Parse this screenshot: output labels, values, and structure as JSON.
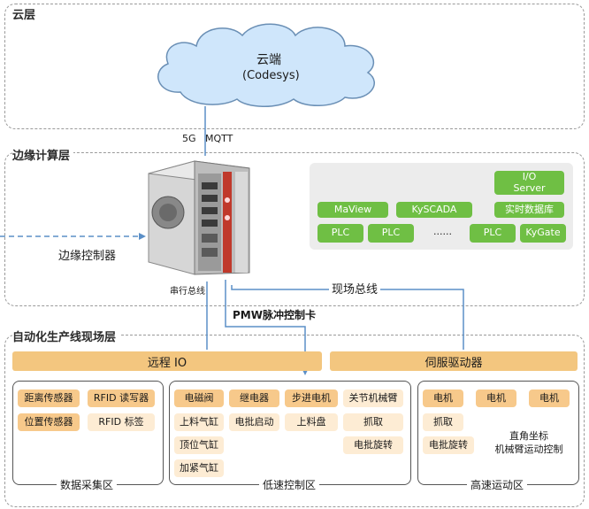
{
  "layers": {
    "cloud": "云层",
    "edge": "边缘计算层",
    "field": "自动化生产线现场层"
  },
  "cloud_node": {
    "line1": "云端",
    "line2": "(Codesys)"
  },
  "link_label": "5G   MQTT",
  "controller_label": "边缘控制器",
  "serial_bus": "串行总线",
  "field_bus": "现场总线",
  "pwm_card": "PMW脉冲控制卡",
  "software": {
    "io_server": "I/O\nServer",
    "row1": [
      "MaView",
      "KySCADA",
      "实时数据库"
    ],
    "row2": [
      "PLC",
      "PLC",
      "......",
      "PLC",
      "KyGate"
    ]
  },
  "bars": {
    "remote_io": "远程 IO",
    "servo": "伺服驱动器"
  },
  "zones": {
    "data": {
      "label": "数据采集区",
      "items": [
        "距离传感器",
        "RFID 读写器",
        "位置传感器",
        "RFID 标签"
      ]
    },
    "low": {
      "label": "低速控制区",
      "items": [
        "电磁阀",
        "继电器",
        "步进电机",
        "关节机械臂",
        "上料气缸",
        "电批启动",
        "上料盘",
        "抓取",
        "顶位气缸",
        "电批旋转",
        "加紧气缸"
      ]
    },
    "high": {
      "label": "高速运动区",
      "items": [
        "电机",
        "电机",
        "电机",
        "抓取",
        "电批旋转"
      ],
      "note": "直角坐标\n机械臂运动控制"
    }
  },
  "colors": {
    "green": "#6fbf44",
    "orange": "#f7c98b",
    "light_orange": "#fdecd4",
    "bar": "#f3c67f",
    "line_blue": "#5b8fc7",
    "cloud_fill": "#cfe6fb"
  }
}
